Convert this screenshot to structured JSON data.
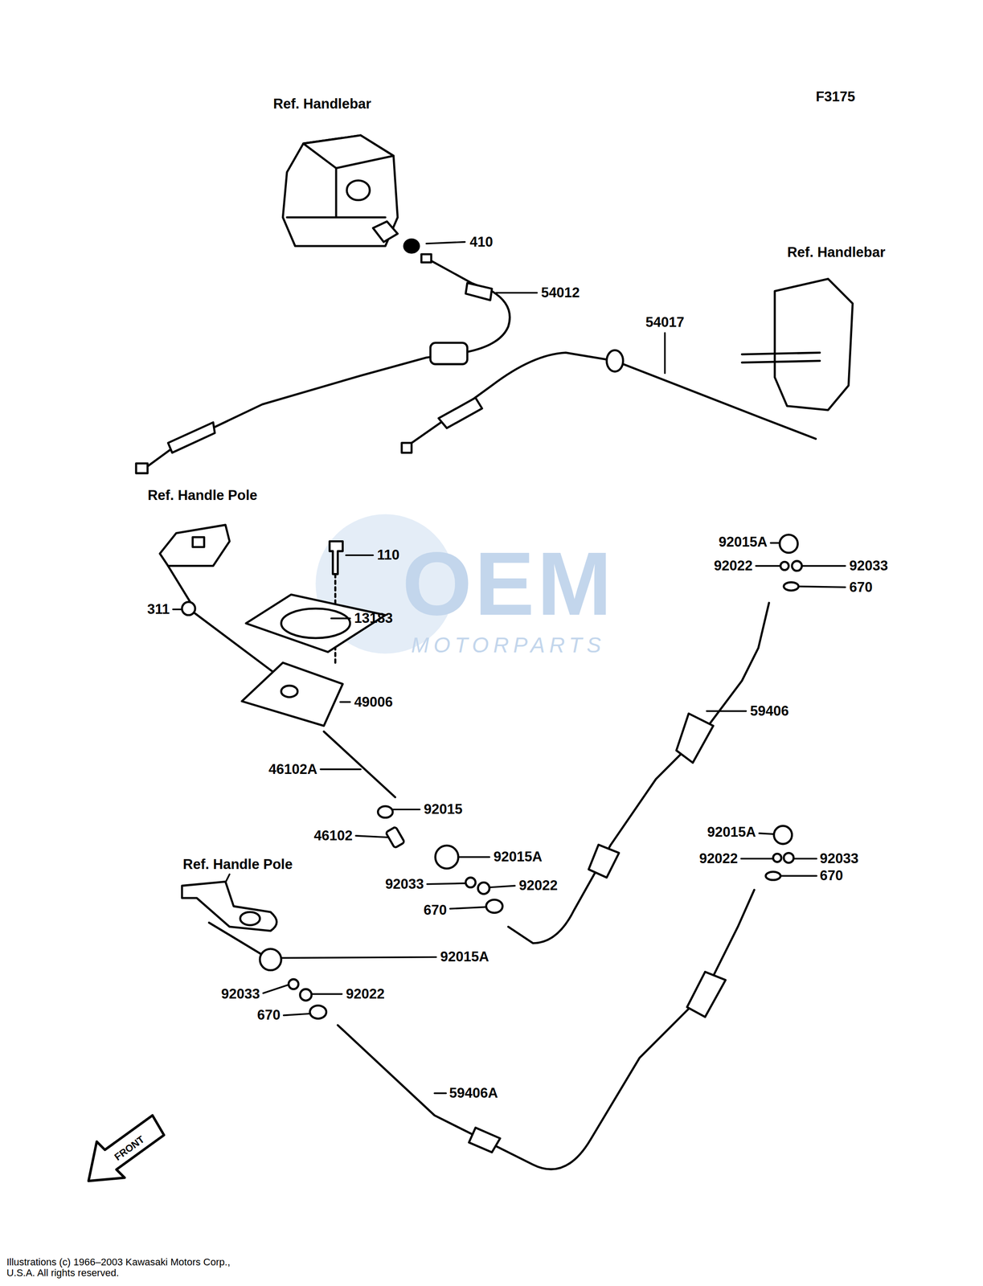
{
  "diagram": {
    "labels": [
      "F3175",
      "Ref. Handlebar",
      "410",
      "Ref. Handlebar",
      "54012",
      "54017",
      "Ref. Handle Pole",
      "92015A",
      "110",
      "92022",
      "92033",
      "670",
      "311",
      "13183",
      "49006",
      "59406",
      "46102A",
      "92015",
      "92015A",
      "46102",
      "92015A",
      "92022",
      "92033",
      "Ref. Handle Pole",
      "670",
      "92033",
      "92022",
      "670",
      "92015A",
      "92033",
      "92022",
      "670",
      "59406A",
      "FRONT",
      "OEM",
      "MOTORPARTS",
      "Illustrations (c) 1966–2003 Kawasaki Motors Corp., U.S.A. All rights reserved."
    ]
  }
}
